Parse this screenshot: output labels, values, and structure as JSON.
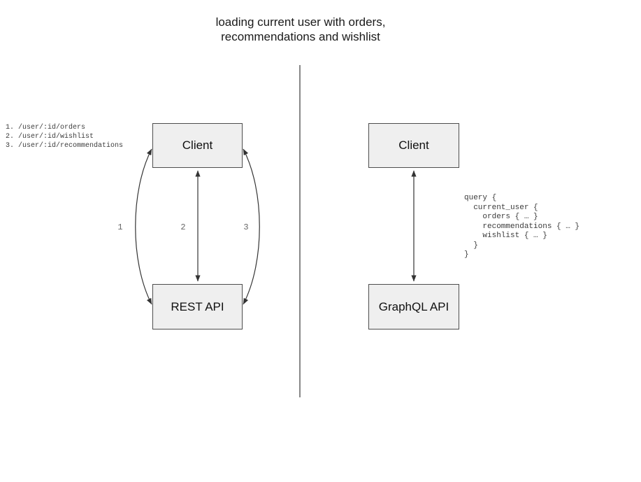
{
  "title": "loading current user with orders,\nrecommendations and wishlist",
  "rest_panel": {
    "endpoints": [
      "1. /user/:id/orders",
      "2. /user/:id/wishlist",
      "3. /user/:id/recommendations"
    ],
    "client_label": "Client",
    "api_label": "REST API",
    "arrow_labels": [
      "1",
      "2",
      "3"
    ]
  },
  "graphql_panel": {
    "client_label": "Client",
    "api_label": "GraphQL API",
    "query_lines": [
      "query {",
      "  current_user {",
      "    orders { … }",
      "    recommendations { … }",
      "    wishlist { … }",
      "  }",
      "}"
    ]
  },
  "colors": {
    "box_fill": "#efefef",
    "box_border": "#4d4d4d",
    "arrow": "#333333",
    "divider": "#606060",
    "code_text": "#3b3b3b",
    "arrow_label_text": "#666666"
  }
}
